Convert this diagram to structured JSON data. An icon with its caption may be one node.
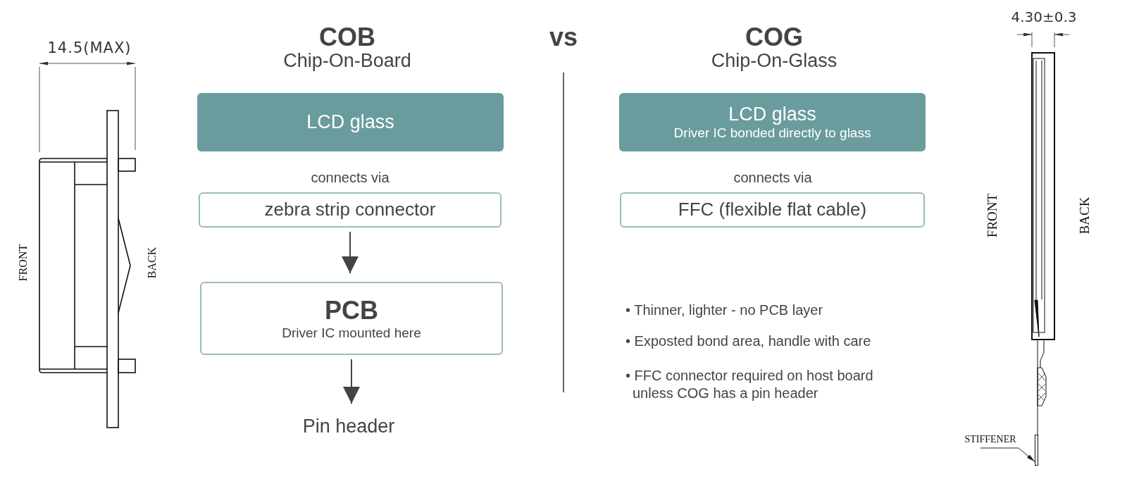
{
  "diagram": {
    "nodes": [
      {
        "text": [
          "LCD glass"
        ]
      },
      {
        "text": [
          "zebra strip connector"
        ]
      },
      {
        "text": [
          "PCB",
          "Driver IC mounted here"
        ]
      },
      {
        "text": [
          "Pin header"
        ]
      },
      {
        "text": [
          "LCD glass",
          "Driver IC bonded directly to glass"
        ]
      },
      {
        "text": [
          "FFC (flexible flat cable)"
        ]
      },
      {
        "text": [
          "STIFFENER"
        ]
      },
      {
        "text": [],
        "shape": "bar"
      }
    ],
    "edges": [
      {
        "from": 1,
        "to": 2,
        "arrow": "to"
      },
      {
        "from": 2,
        "to": 3,
        "arrow": "to"
      },
      {
        "from": 6,
        "to": 7,
        "arrow": "to"
      }
    ],
    "labels": [
      "14.5(MAX)",
      "COB",
      "Chip-On-Board",
      "vs",
      "COG",
      "Chip-On-Glass",
      "4.30±0.3",
      "connects via",
      "connects via",
      "FRONT",
      "BACK",
      "FRONT",
      "BACK",
      "• Thinner, lighter - no PCB layer",
      "• Exposted bond area, handle with care",
      "• FFC connector required on host board unless COG has a pin header"
    ]
  }
}
